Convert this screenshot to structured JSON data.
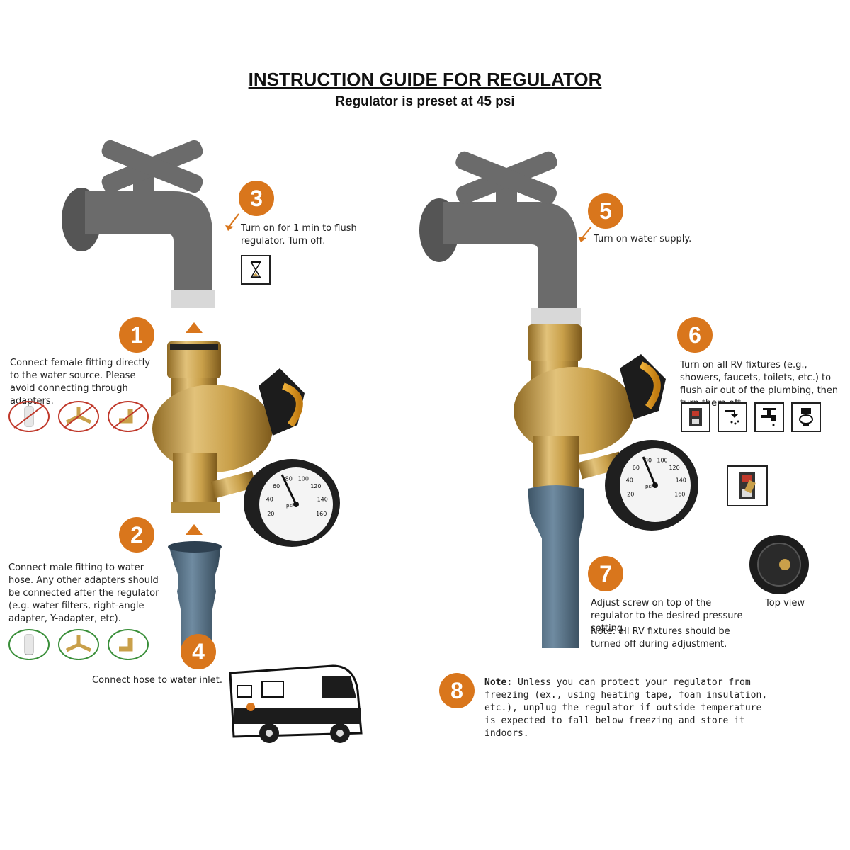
{
  "header": {
    "title": "INSTRUCTION GUIDE FOR REGULATOR",
    "subtitle": "Regulator is preset at 45 psi"
  },
  "steps": [
    {
      "number": "1",
      "text": "Connect female fitting directly to the water source. Please avoid connecting through adapters."
    },
    {
      "number": "2",
      "text": "Connect male fitting to water hose. Any other adapters should be connected after the regulator (e.g. water filters, right-angle adapter, Y-adapter, etc)."
    },
    {
      "number": "3",
      "text": "Turn on for 1 min to flush regulator. Turn off."
    },
    {
      "number": "4",
      "text": "Connect hose to water inlet."
    },
    {
      "number": "5",
      "text": "Turn on water supply."
    },
    {
      "number": "6",
      "text": "Turn on all RV fixtures (e.g., showers, faucets, toilets, etc.) to flush air out of the plumbing, then turn them off."
    },
    {
      "number": "7",
      "text": "Adjust screw on top of the regulator to the desired pressure setting.",
      "note": "Note: all RV fixtures should be turned off during adjustment."
    },
    {
      "number": "8",
      "note_label": "Note:",
      "text": " Unless you can protect your regulator from freezing (ex., using heating tape, foam insulation, etc.), unplug the regulator if outside temperature is expected to fall below freezing and store it indoors."
    }
  ],
  "top_view_label": "Top view",
  "gauge": {
    "ticks": [
      "20",
      "40",
      "60",
      "80",
      "100",
      "120",
      "140",
      "160"
    ],
    "unit": "psi"
  },
  "colors": {
    "accent": "#d9761c",
    "brass": "#c9a04a",
    "faucet": "#6e6e6e",
    "hose": "#4f6a80",
    "bad": "#c0392b",
    "good": "#3a8f3a"
  },
  "icons": {
    "adapter_bad": [
      "filter-icon",
      "y-adapter-icon",
      "elbow-adapter-icon"
    ],
    "adapter_good": [
      "filter-icon",
      "y-adapter-icon",
      "elbow-adapter-icon"
    ],
    "fixtures": [
      "switch-icon",
      "shower-icon",
      "faucet-icon",
      "toilet-icon"
    ],
    "timer": "hourglass-icon"
  }
}
